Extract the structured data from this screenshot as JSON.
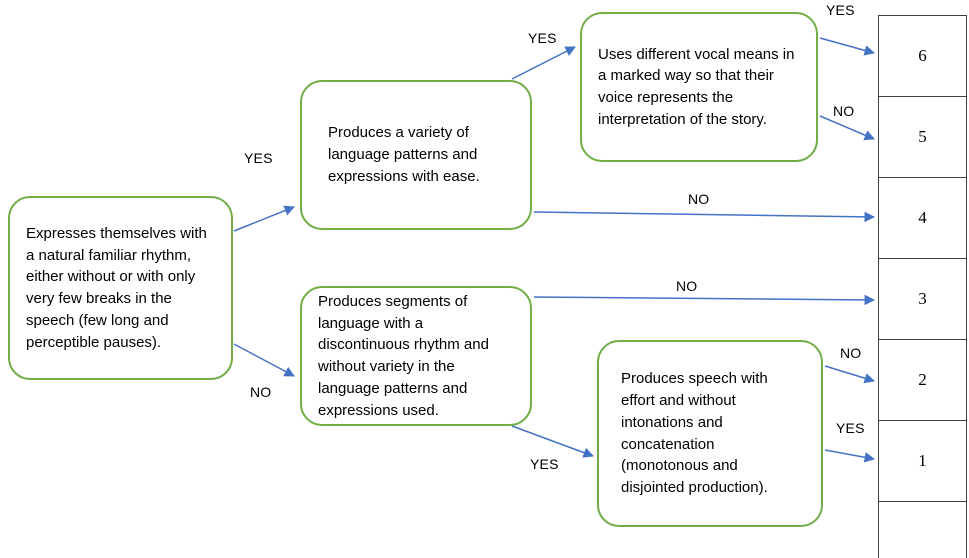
{
  "diagram": {
    "nodes": {
      "root": "Expresses themselves with a natural familiar rhythm, either without or with only very few breaks in the speech (few long and perceptible pauses).",
      "variety": "Produces a variety of language patterns and expressions with ease.",
      "vocal": "Uses different vocal means in a marked way so that their voice represents the interpretation of the story.",
      "segments": "Produces segments of language with a discontinuous rhythm and without variety in the language patterns and expressions used.",
      "effort": "Produces speech with effort and without intonations and concatenation (monotonous and disjointed production)."
    },
    "edge_labels": {
      "root_yes": "YES",
      "root_no": "NO",
      "variety_yes": "YES",
      "variety_no": "NO",
      "vocal_yes": "YES",
      "vocal_no": "NO",
      "segments_no": "NO",
      "segments_yes": "YES",
      "effort_no": "NO",
      "effort_yes": "YES"
    },
    "scores": [
      "6",
      "5",
      "4",
      "3",
      "2",
      "1",
      ""
    ],
    "colors": {
      "node_border": "#70AD47",
      "arrow": "#4472C4",
      "score_border": "#404040"
    }
  }
}
